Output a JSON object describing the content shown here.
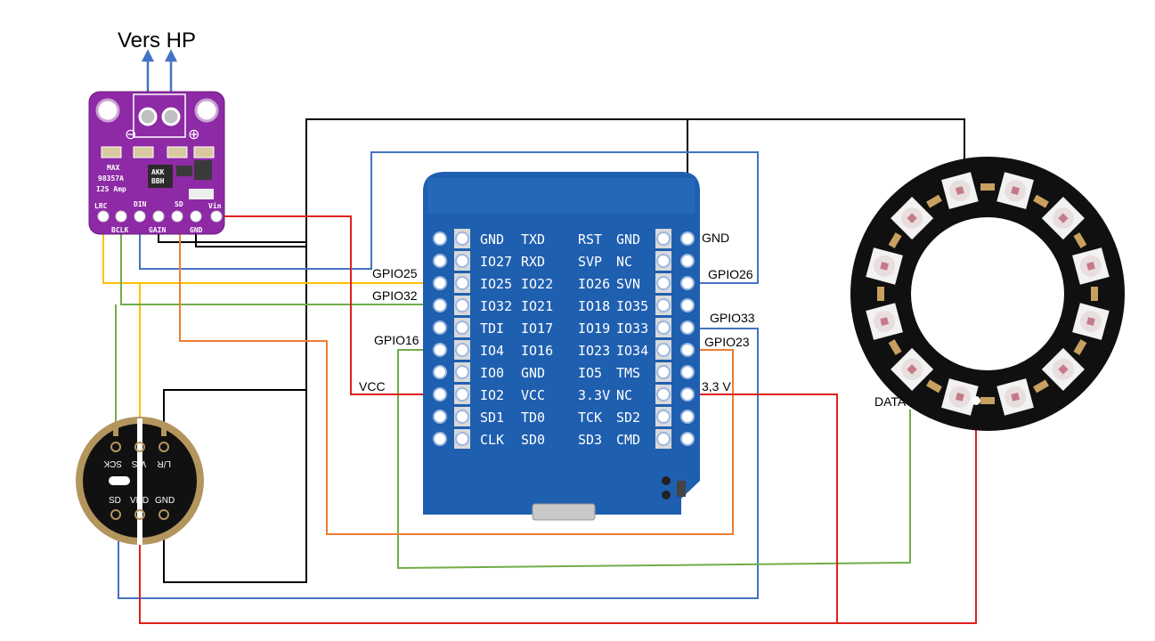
{
  "title": "Vers HP",
  "amp": {
    "chip_lines": [
      "MAX",
      "98357A",
      "I2S Amp"
    ],
    "ic_text": [
      "AKK",
      "BBH"
    ],
    "polarity": [
      "⊖",
      "⊕"
    ],
    "pins_top": [
      "LRC",
      "DIN",
      "SD",
      "Vin"
    ],
    "pins_bottom": [
      "BCLK",
      "GAIN",
      "GND"
    ]
  },
  "mic": {
    "top_pins": [
      "SCK",
      "WS",
      "L/R"
    ],
    "bottom_pins": [
      "SD",
      "VDD",
      "GND"
    ]
  },
  "esp32": {
    "left_col_a": [
      "GND",
      "IO27",
      "IO25",
      "IO32",
      "TDI",
      "IO4",
      "IO0",
      "IO2",
      "SD1",
      "CLK"
    ],
    "left_col_b": [
      "TXD",
      "RXD",
      "IO22",
      "IO21",
      "IO17",
      "IO16",
      "GND",
      "VCC",
      "TD0",
      "SD0"
    ],
    "right_col_a": [
      "RST",
      "SVP",
      "IO26",
      "IO18",
      "IO19",
      "IO23",
      "IO5",
      "3.3V",
      "TCK",
      "SD3"
    ],
    "right_col_b": [
      "GND",
      "NC",
      "SVN",
      "IO35",
      "IO33",
      "IO34",
      "TMS",
      "NC",
      "SD2",
      "CMD"
    ]
  },
  "labels": {
    "gnd": "GND",
    "gpio25": "GPIO25",
    "gpio26": "GPIO26",
    "gpio32": "GPIO32",
    "gpio33": "GPIO33",
    "gpio16": "GPIO16",
    "gpio23": "GPIO23",
    "vcc": "VCC",
    "v33": "3,3 V",
    "data": "DATA"
  },
  "colors": {
    "blue": "#4472c4",
    "black": "#000000",
    "red": "#e0201c",
    "yellow": "#ffc000",
    "green": "#70ad47",
    "orange": "#ed7d31",
    "board_blue": "#1f5fb0",
    "purple": "#8e2aa6"
  }
}
